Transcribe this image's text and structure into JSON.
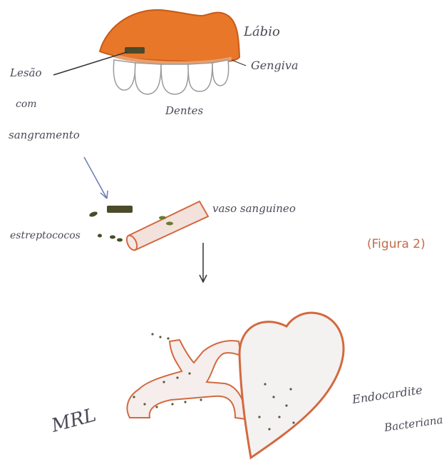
{
  "labels": {
    "labio": "Lábio",
    "gengiva": "Gengiva",
    "lesao_line1": "Lesão",
    "lesao_line2": "com",
    "lesao_line3": "sangramento",
    "dentes": "Dentes",
    "vaso": "vaso sanguineo",
    "estreptococos": "estreptococos",
    "figura": "(Figura 2)",
    "endocardite_line1": "Endocardite",
    "endocardite_line2": "Bacteriana",
    "signature": "MRL"
  },
  "colors": {
    "lip": "#e8772a",
    "lip_dark": "#c85a18",
    "outline": "#d2693f",
    "vessel_fill": "#f3e1dc",
    "bacteria": "#4b4a2a",
    "ink": "#4a4a58",
    "figura": "#c46a4a"
  }
}
